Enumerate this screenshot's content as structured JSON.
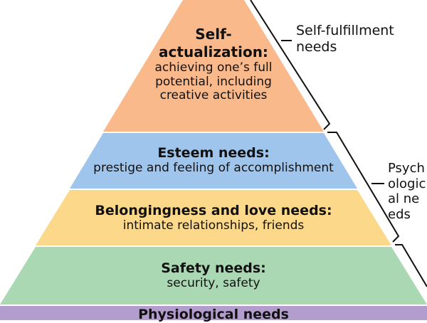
{
  "colors": {
    "self_actualization": "#f9b98a",
    "esteem": "#9fc5ec",
    "belonging": "#fcd88a",
    "safety": "#a9d8b3",
    "physiological": "#b39dcf"
  },
  "levels": [
    {
      "title": "Self-\nactualization:",
      "description": "achieving one’s full potential, including creative activities"
    },
    {
      "title": "Esteem needs:",
      "description": "prestige and feeling of accomplishment"
    },
    {
      "title": "Belongingness and love needs:",
      "description": "intimate relationships, friends"
    },
    {
      "title": "Safety needs:",
      "description": "security, safety"
    },
    {
      "title": "Physiological needs"
    }
  ],
  "groups": [
    {
      "label": "Self-fulfillment needs"
    },
    {
      "label": "Psychological needs"
    }
  ]
}
